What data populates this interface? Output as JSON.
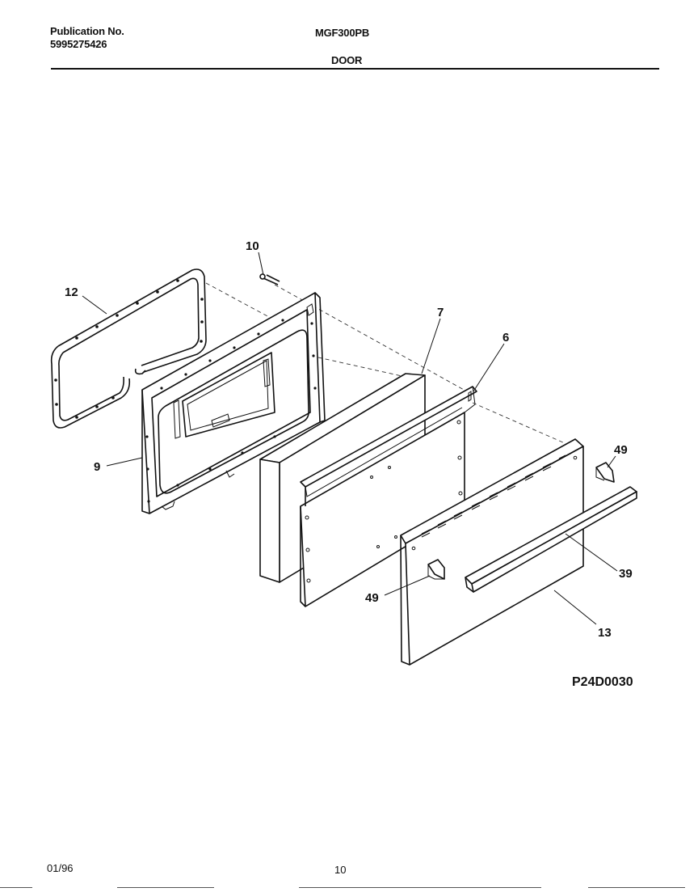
{
  "header": {
    "publication_label": "Publication No.",
    "publication_number": "5995275426",
    "model": "MGF300PB",
    "section_title": "DOOR"
  },
  "diagram": {
    "part_labels": [
      "10",
      "12",
      "7",
      "6",
      "9",
      "49",
      "39",
      "49",
      "13"
    ],
    "drawing_code": "P24D0030"
  },
  "footer": {
    "date": "01/96",
    "page_number": "10"
  }
}
